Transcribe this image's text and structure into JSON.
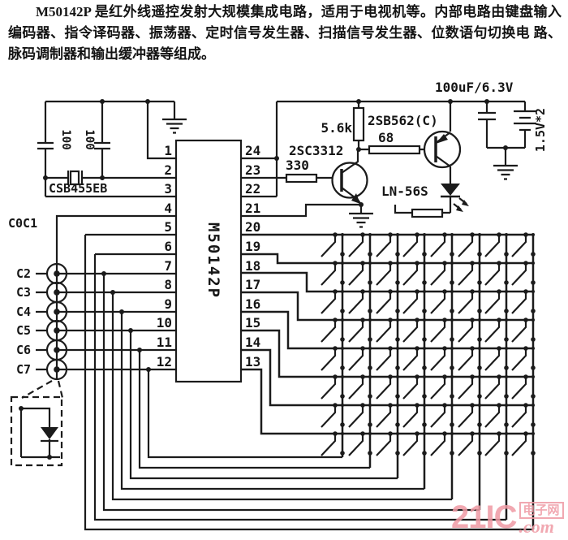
{
  "description": {
    "text": "M50142P 是红外线遥控发射大规模集成电路，适用于电视机等。内部电路由键盘输入 编码器、指令译码器、振荡器、定时信号发生器、扫描信号发生器、位数语句切换电 路、脉码调制器和输出缓冲器等组成。"
  },
  "circuit": {
    "ic": {
      "label": "M50142P",
      "left_pins": [
        "1",
        "2",
        "3",
        "4",
        "5",
        "6",
        "7",
        "8",
        "9",
        "10",
        "11",
        "12"
      ],
      "right_pins": [
        "24",
        "23",
        "22",
        "21",
        "20",
        "19",
        "18",
        "17",
        "16",
        "15",
        "14",
        "13"
      ]
    },
    "components": {
      "cap_left_1": "100",
      "cap_left_2": "100",
      "resonator": "CSB455EB",
      "resistor_collector": "5.6k",
      "resistor_base_pnp": "68",
      "resistor_base_npn": "330",
      "transistor_npn": "2SC3312",
      "transistor_pnp": "2SB562(C)",
      "led": "LN-56S",
      "cap_electrolytic": "100uF/6.3V",
      "battery": "1.5V*2",
      "connector_header": "C0C1",
      "key_labels": [
        "C2",
        "C3",
        "C4",
        "C5",
        "C6",
        "C7"
      ]
    }
  },
  "watermark": {
    "logo": "21IC",
    "badge": "电子网",
    "suffix": ".com"
  },
  "colors": {
    "ink": "#1b1b1b",
    "paper": "#ffffff",
    "watermark_pink": "#ef9aa4"
  }
}
